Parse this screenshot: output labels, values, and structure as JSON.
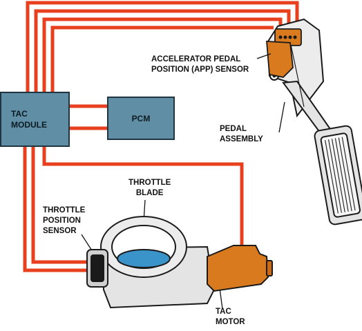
{
  "blocks": {
    "tac_module": "TAC\nMODULE",
    "pcm": "PCM"
  },
  "labels": {
    "app_sensor": "ACCELERATOR PEDAL\nPOSITION (APP) SENSOR",
    "pedal_assembly": "PEDAL\nASSEMBLY",
    "throttle_blade": "THROTTLE\nBLADE",
    "throttle_position_sensor": "THROTTLE\nPOSITION\nSENSOR",
    "tac_motor": "TAC\nMOTOR"
  },
  "colors": {
    "wire": "#e8401f",
    "module_fill": "#5f8ea5",
    "sensor_orange": "#d97a1e",
    "blade_blue": "#3a93c9",
    "body_gray": "#e4e4e4"
  }
}
